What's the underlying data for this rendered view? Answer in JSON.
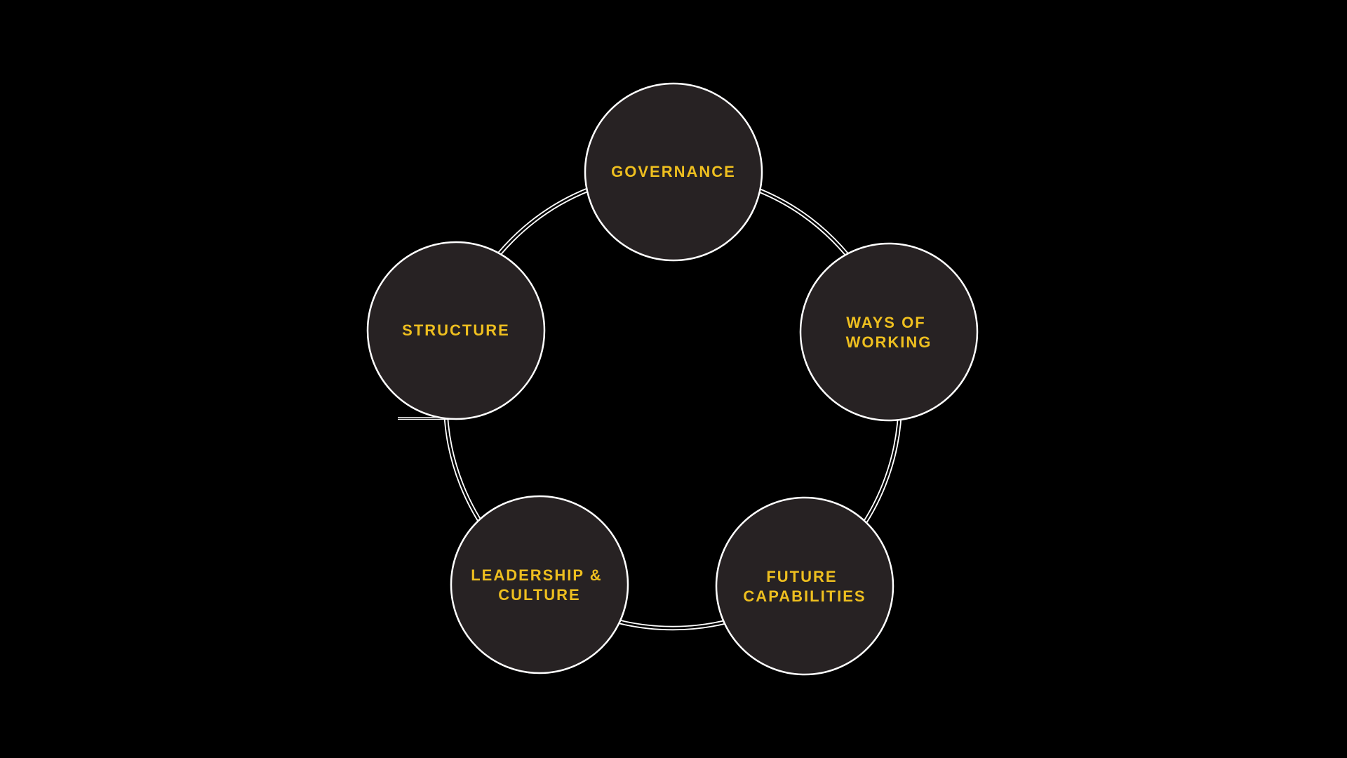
{
  "background_color": "#000000",
  "diagram": {
    "type": "circular-pentagon-cycle",
    "ring_color": "#ffffff",
    "node_fill": "#272223",
    "node_stroke": "#ffffff",
    "label_color": "#eebf1f",
    "nodes": [
      {
        "id": "governance",
        "label": "GOVERNANCE",
        "lines": [
          "GOVERNANCE"
        ]
      },
      {
        "id": "ways-of-working",
        "label": "WAYS OF WORKING",
        "lines": [
          "WAYS OF",
          "WORKING"
        ]
      },
      {
        "id": "future-capabilities",
        "label": "FUTURE CAPABILITIES",
        "lines": [
          "FUTURE",
          "CAPABILITIES"
        ]
      },
      {
        "id": "leadership-culture",
        "label": "LEADERSHIP & CULTURE",
        "lines": [
          "LEADERSHIP &",
          "CULTURE"
        ]
      },
      {
        "id": "structure",
        "label": "STRUCTURE",
        "lines": [
          "STRUCTURE"
        ]
      }
    ]
  }
}
